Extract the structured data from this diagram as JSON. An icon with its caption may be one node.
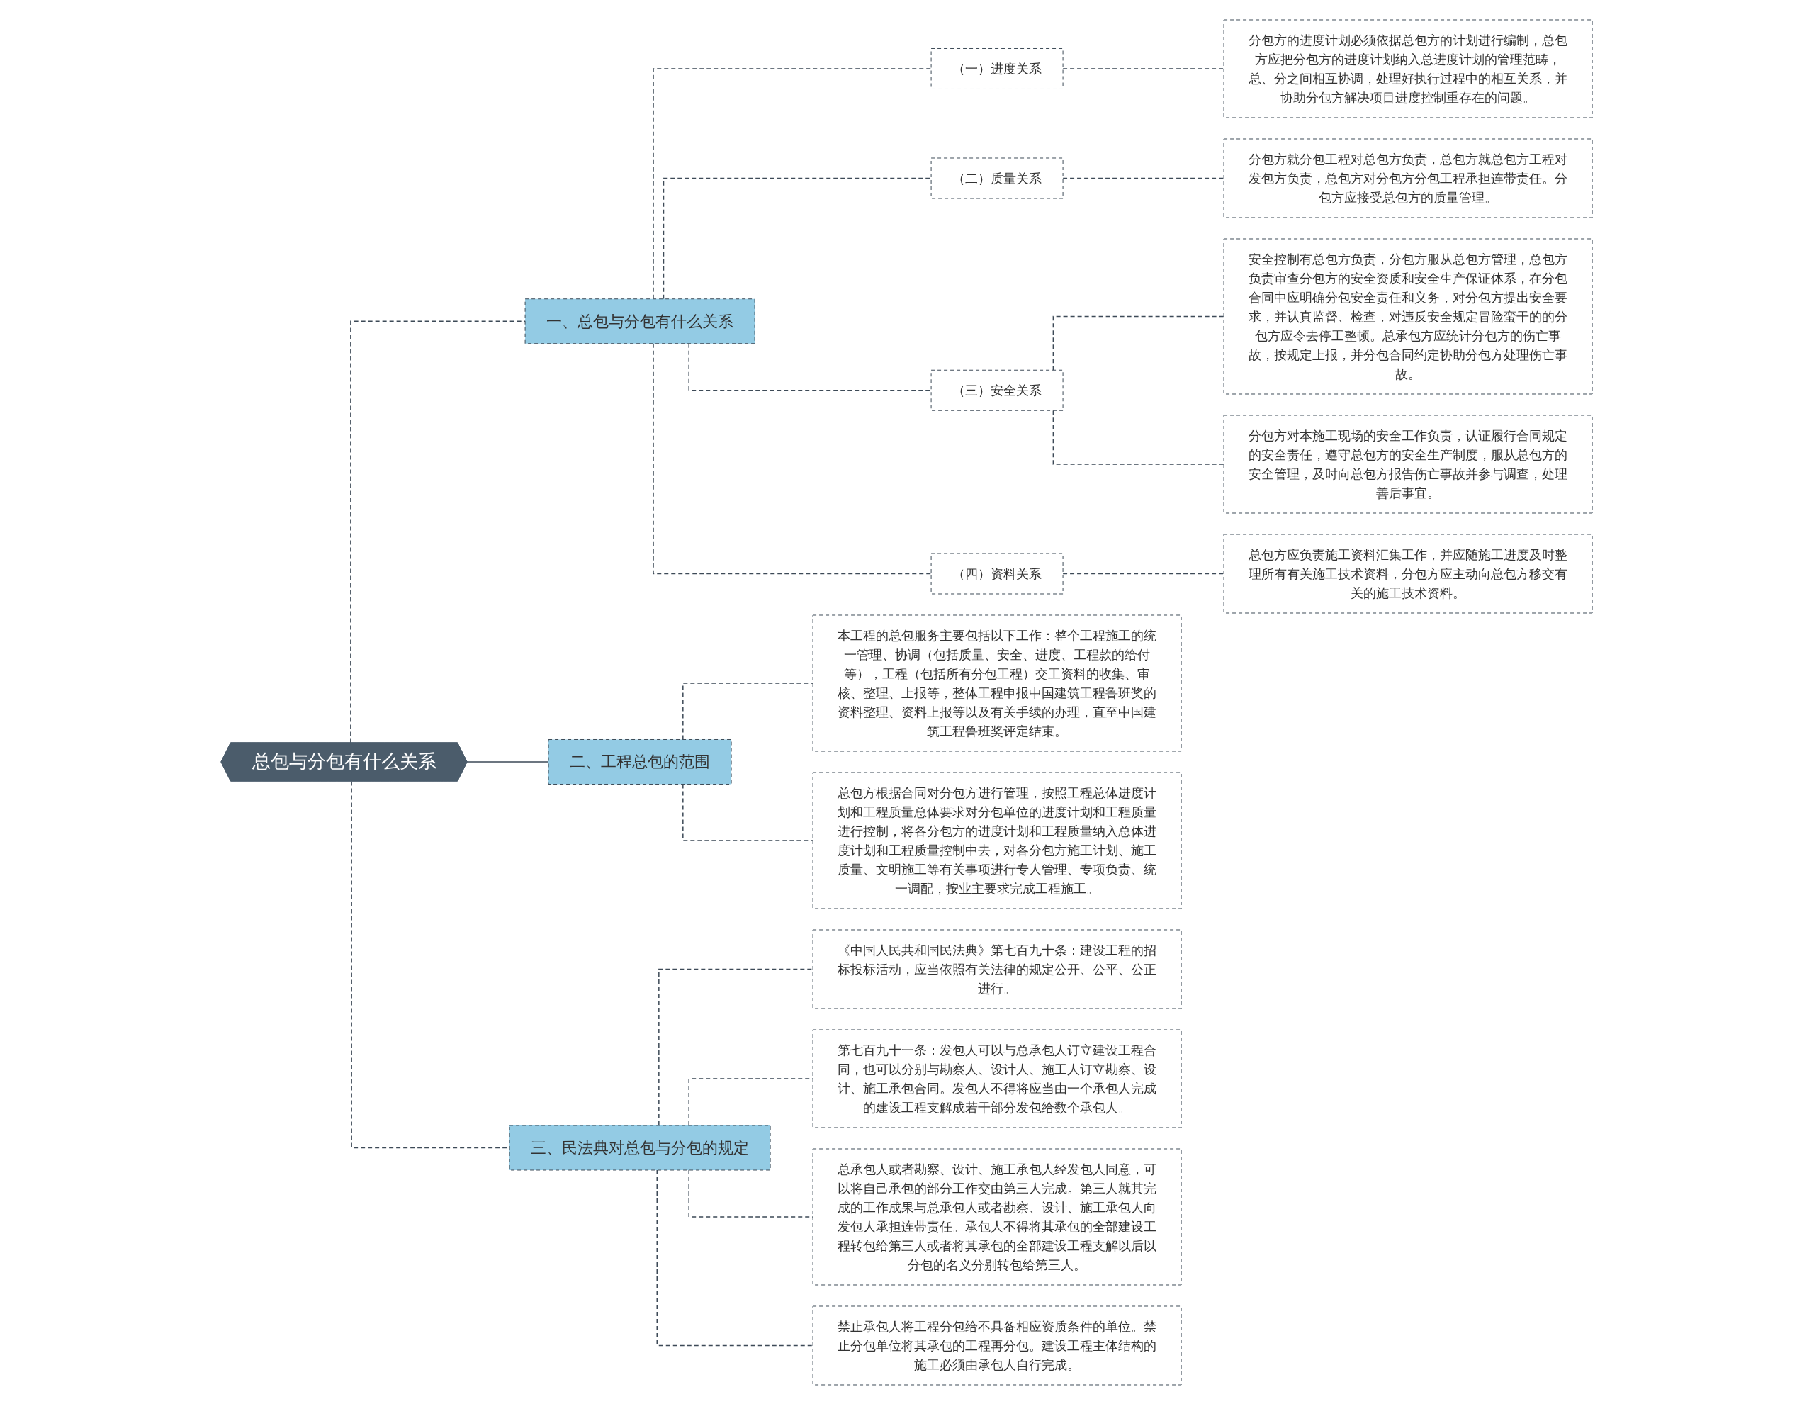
{
  "diagram": {
    "nodes": [
      {
        "text": [
          "总包与分包有什么关系"
        ]
      },
      {
        "text": [
          "一、总包与分包有什么关系"
        ]
      },
      {
        "text": [
          "（一）进度关系"
        ]
      },
      {
        "text": [
          "分包方的进度计划必须依据总包方的计划进行编制，总包方应把分包方的进度计划纳入总进度计划的管理范畴，总、分之间相互协调，处理好执行过程中的相互关系，并协助分包方解决项目进度控制重存在的问题。"
        ]
      },
      {
        "text": [
          "（二）质量关系"
        ]
      },
      {
        "text": [
          "分包方就分包工程对总包方负责，总包方就总包方工程对发包方负责，总包方对分包方分包工程承担连带责任。分包方应接受总包方的质量管理。"
        ]
      },
      {
        "text": [
          "（三）安全关系"
        ]
      },
      {
        "text": [
          "安全控制有总包方负责，分包方服从总包方管理，总包方负责审查分包方的安全资质和安全生产保证体系，在分包合同中应明确分包安全责任和义务，对分包方提出安全要求，并认真监督、检查，对违反安全规定冒险蛮干的的分包方应令去停工整顿。总承包方应统计分包方的伤亡事故，按规定上报，并分包合同约定协助分包方处理伤亡事故。"
        ]
      },
      {
        "text": [
          "分包方对本施工现场的安全工作负责，认证履行合同规定的安全责任，遵守总包方的安全生产制度，服从总包方的安全管理，及时向总包方报告伤亡事故并参与调查，处理善后事宜。"
        ]
      },
      {
        "text": [
          "（四）资料关系"
        ]
      },
      {
        "text": [
          "总包方应负责施工资料汇集工作，并应随施工进度及时整理所有有关施工技术资料，分包方应主动向总包方移交有关的施工技术资料。"
        ]
      },
      {
        "text": [
          "二、工程总包的范围"
        ]
      },
      {
        "text": [
          "本工程的总包服务主要包括以下工作：整个工程施工的统一管理、协调（包括质量、安全、进度、工程款的给付等），工程（包括所有分包工程）交工资料的收集、审核、整理、上报等，整体工程申报中国建筑工程鲁班奖的资料整理、资料上报等以及有关手续的办理，直至中国建筑工程鲁班奖评定结束。"
        ]
      },
      {
        "text": [
          "总包方根据合同对分包方进行管理，按照工程总体进度计划和工程质量总体要求对分包单位的进度计划和工程质量进行控制，将各分包方的进度计划和工程质量纳入总体进度计划和工程质量控制中去，对各分包方施工计划、施工质量、文明施工等有关事项进行专人管理、专项负责、统一调配，按业主要求完成工程施工。"
        ]
      },
      {
        "text": [
          "三、民法典对总包与分包的规定"
        ]
      },
      {
        "text": [
          "《中国人民共和国民法典》第七百九十条：建设工程的招标投标活动，应当依照有关法律的规定公开、公平、公正进行。"
        ]
      },
      {
        "text": [
          "第七百九十一条：发包人可以与总承包人订立建设工程合同，也可以分别与勘察人、设计人、施工人订立勘察、设计、施工承包合同。发包人不得将应当由一个承包人完成的建设工程支解成若干部分发包给数个承包人。"
        ]
      },
      {
        "text": [
          "总承包人或者勘察、设计、施工承包人经发包人同意，可以将自己承包的部分工作交由第三人完成。第三人就其完成的工作成果与总承包人或者勘察、设计、施工承包人向发包人承担连带责任。承包人不得将其承包的全部建设工程转包给第三人或者将其承包的全部建设工程支解以后以分包的名义分别转包给第三人。"
        ]
      },
      {
        "text": [
          "禁止承包人将工程分包给不具备相应资质条件的单位。禁止分包单位将其承包的工程再分包。建设工程主体结构的施工必须由承包人自行完成。"
        ]
      }
    ],
    "edges": [
      {
        "from": 0,
        "to": 1,
        "arrow": "none",
        "style": "dashed"
      },
      {
        "from": 1,
        "to": 2,
        "arrow": "none",
        "style": "dashed"
      },
      {
        "from": 2,
        "to": 3,
        "arrow": "none",
        "style": "dashed"
      },
      {
        "from": 1,
        "to": 4,
        "arrow": "none",
        "style": "dashed"
      },
      {
        "from": 4,
        "to": 5,
        "arrow": "none",
        "style": "dashed"
      },
      {
        "from": 1,
        "to": 6,
        "arrow": "none",
        "style": "dashed"
      },
      {
        "from": 6,
        "to": 7,
        "arrow": "none",
        "style": "dashed"
      },
      {
        "from": 6,
        "to": 8,
        "arrow": "none",
        "style": "dashed"
      },
      {
        "from": 1,
        "to": 9,
        "arrow": "none",
        "style": "dashed"
      },
      {
        "from": 9,
        "to": 10,
        "arrow": "none",
        "style": "dashed"
      },
      {
        "from": 0,
        "to": 11,
        "arrow": "none"
      },
      {
        "from": 11,
        "to": 12,
        "arrow": "none",
        "style": "dashed"
      },
      {
        "from": 11,
        "to": 13,
        "arrow": "none",
        "style": "dashed"
      },
      {
        "from": 0,
        "to": 14,
        "arrow": "none",
        "style": "dashed"
      },
      {
        "from": 14,
        "to": 15,
        "arrow": "none",
        "style": "dashed"
      },
      {
        "from": 14,
        "to": 16,
        "arrow": "none",
        "style": "dashed"
      },
      {
        "from": 14,
        "to": 17,
        "arrow": "none",
        "style": "dashed"
      },
      {
        "from": 14,
        "to": 18,
        "arrow": "none",
        "style": "dashed"
      }
    ]
  }
}
